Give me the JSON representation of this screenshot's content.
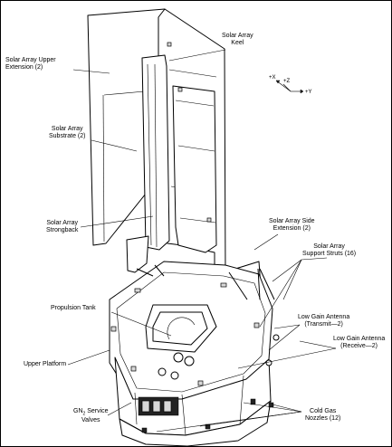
{
  "labels": {
    "keel": [
      "Solar Array",
      "Keel"
    ],
    "upper_extension": [
      "Solar Array Upper",
      "Extension (2)"
    ],
    "substrate": [
      "Solar Array",
      "Substrate (2)"
    ],
    "strongback": [
      "Solar Array",
      "Strongback"
    ],
    "side_extension": [
      "Solar Array Side",
      "Extension (2)"
    ],
    "support_struts": [
      "Solar Array",
      "Support Struts (16)"
    ],
    "propulsion_tank": [
      "Propulsion Tank"
    ],
    "lga_transmit": [
      "Low Gain Antenna",
      "(Transmit—2)"
    ],
    "lga_receive": [
      "Low Gain Antenna",
      "(Receive—2)"
    ],
    "upper_platform": [
      "Upper Platform"
    ],
    "gn2_valves": [
      "GN",
      "Service",
      "Valves"
    ],
    "gn2_subscript": "2",
    "cold_gas": [
      "Cold Gas",
      "Nozzles (12)"
    ]
  },
  "axes": {
    "x": "+X",
    "z": "+Z",
    "y": "+Y"
  }
}
